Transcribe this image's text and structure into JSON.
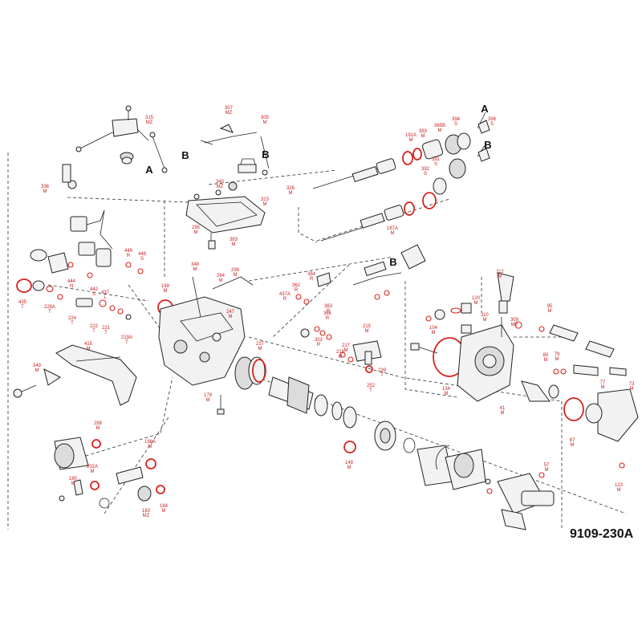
{
  "drawing_code": "9109-230A",
  "letters": [
    "A",
    "B"
  ],
  "callouts": [
    {
      "num": "315",
      "sub": "MZ"
    },
    {
      "num": "307",
      "sub": "MZ"
    },
    {
      "num": "305",
      "sub": "M"
    },
    {
      "num": "336",
      "sub": "M"
    },
    {
      "num": "340",
      "sub": "MZ"
    },
    {
      "num": "326",
      "sub": "M"
    },
    {
      "num": "323",
      "sub": "M"
    },
    {
      "num": "295",
      "sub": "M"
    },
    {
      "num": "383",
      "sub": "M"
    },
    {
      "num": "449",
      "sub": "R"
    },
    {
      "num": "448",
      "sub": "S"
    },
    {
      "num": "444",
      "sub": "N"
    },
    {
      "num": "442",
      "sub": "S"
    },
    {
      "num": "437",
      "sub": "L"
    },
    {
      "num": "435",
      "sub": "T"
    },
    {
      "num": "228A",
      "sub": "T"
    },
    {
      "num": "224",
      "sub": "T"
    },
    {
      "num": "222",
      "sub": "T"
    },
    {
      "num": "221",
      "sub": "T"
    },
    {
      "num": "219A",
      "sub": "T"
    },
    {
      "num": "169",
      "sub": "M"
    },
    {
      "num": "348",
      "sub": "M"
    },
    {
      "num": "264",
      "sub": "M"
    },
    {
      "num": "298",
      "sub": "M"
    },
    {
      "num": "247",
      "sub": "M"
    },
    {
      "num": "237",
      "sub": "M"
    },
    {
      "num": "415",
      "sub": "M"
    },
    {
      "num": "349",
      "sub": "M"
    },
    {
      "num": "179",
      "sub": "M"
    },
    {
      "num": "187A",
      "sub": "M"
    },
    {
      "num": "192A",
      "sub": "M"
    },
    {
      "num": "393",
      "sub": "M"
    },
    {
      "num": "365B",
      "sub": "M"
    },
    {
      "num": "394",
      "sub": "S"
    },
    {
      "num": "396",
      "sub": "S"
    },
    {
      "num": "392",
      "sub": "S"
    },
    {
      "num": "391",
      "sub": "S"
    },
    {
      "num": "364",
      "sub": "R"
    },
    {
      "num": "362",
      "sub": "R"
    },
    {
      "num": "437A",
      "sub": "R"
    },
    {
      "num": "363",
      "sub": "R"
    },
    {
      "num": "366",
      "sub": "R"
    },
    {
      "num": "302",
      "sub": "R"
    },
    {
      "num": "217",
      "sub": "M"
    },
    {
      "num": "215",
      "sub": "M"
    },
    {
      "num": "218",
      "sub": "M"
    },
    {
      "num": "252",
      "sub": "T"
    },
    {
      "num": "239",
      "sub": "T"
    },
    {
      "num": "112",
      "sub": "M"
    },
    {
      "num": "120",
      "sub": "M"
    },
    {
      "num": "95",
      "sub": "M"
    },
    {
      "num": "104",
      "sub": "M"
    },
    {
      "num": "110",
      "sub": "M"
    },
    {
      "num": "309",
      "sub": "MZ"
    },
    {
      "num": "134",
      "sub": "M"
    },
    {
      "num": "41",
      "sub": "M"
    },
    {
      "num": "80",
      "sub": "M"
    },
    {
      "num": "79",
      "sub": "M"
    },
    {
      "num": "77",
      "sub": "M"
    },
    {
      "num": "73",
      "sub": "M"
    },
    {
      "num": "87",
      "sub": "M"
    },
    {
      "num": "288",
      "sub": "M"
    },
    {
      "num": "198A",
      "sub": "M"
    },
    {
      "num": "202A",
      "sub": "M"
    },
    {
      "num": "180",
      "sub": "M"
    },
    {
      "num": "183",
      "sub": "MZ"
    },
    {
      "num": "184",
      "sub": "M"
    },
    {
      "num": "148",
      "sub": "M"
    },
    {
      "num": "57",
      "sub": "M"
    },
    {
      "num": "123",
      "sub": "M"
    }
  ],
  "colors": {
    "callout": "#c8211f",
    "seal": "#d8221f",
    "line": "#222222",
    "background": "#ffffff"
  }
}
